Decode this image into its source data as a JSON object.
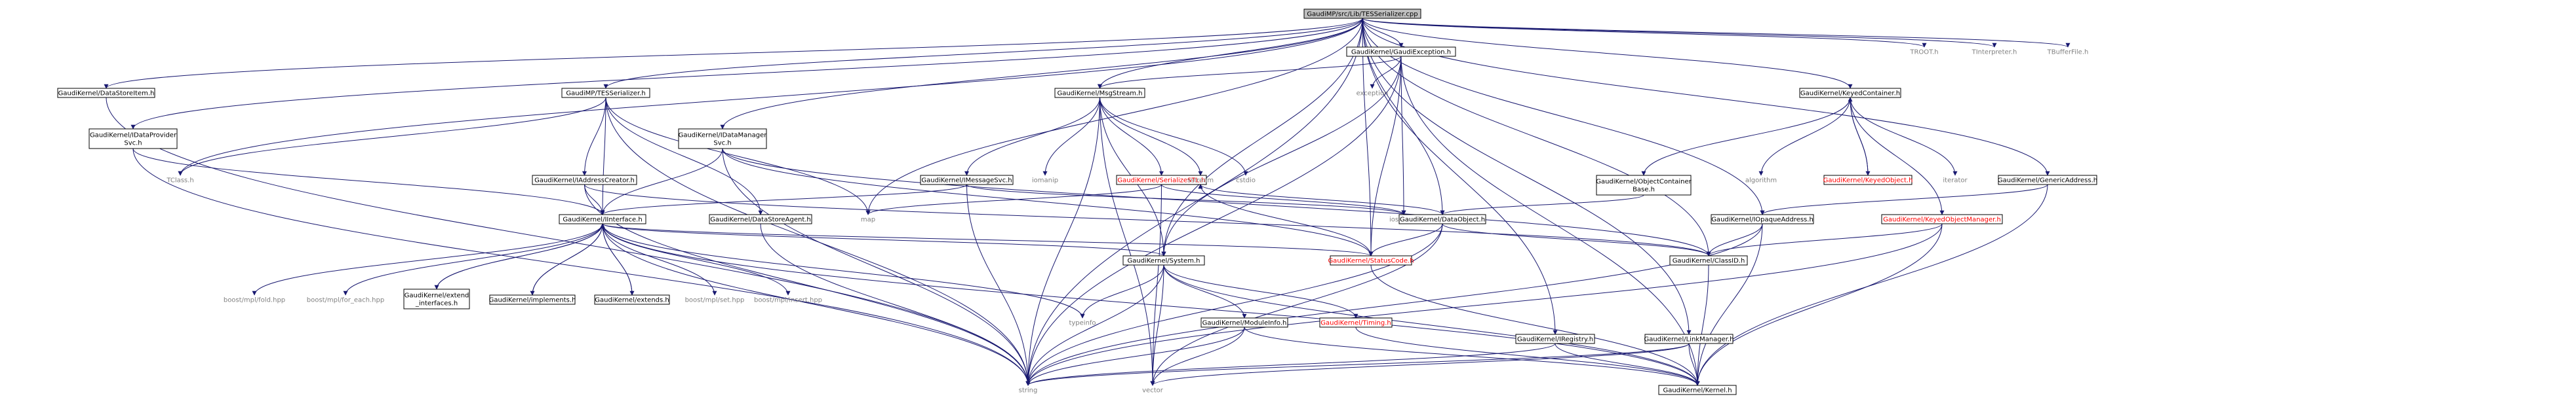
{
  "colors": {
    "edge": "#191970",
    "box_border": "#000000",
    "box_fill": "#ffffff",
    "root_fill": "#bfbfbf",
    "text": "#000000",
    "text_undocumented": "#ff0000",
    "text_external": "#808080"
  },
  "nodes": [
    {
      "id": "root",
      "label": "GaudiMP/src/Lib/TESSerializer.cpp",
      "style": "root"
    },
    {
      "id": "dsi",
      "label": "GaudiKernel/DataStoreItem.h",
      "style": "box"
    },
    {
      "id": "tess",
      "label": "GaudiMP/TESSerializer.h",
      "style": "box"
    },
    {
      "id": "idp",
      "label": [
        "GaudiKernel/IDataProvider",
        "Svc.h"
      ],
      "style": "box"
    },
    {
      "id": "tclass",
      "label": "TClass.h",
      "style": "plain"
    },
    {
      "id": "iac",
      "label": "GaudiKernel/IAddressCreator.h",
      "style": "box"
    },
    {
      "id": "idm",
      "label": [
        "GaudiKernel/IDataManager",
        "Svc.h"
      ],
      "style": "box"
    },
    {
      "id": "ge",
      "label": "GaudiKernel/GaudiException.h",
      "style": "box"
    },
    {
      "id": "exc",
      "label": "exception",
      "style": "plain"
    },
    {
      "id": "ms",
      "label": "GaudiKernel/MsgStream.h",
      "style": "box"
    },
    {
      "id": "ims",
      "label": "GaudiKernel/IMessageSvc.h",
      "style": "box"
    },
    {
      "id": "iomanip",
      "label": "iomanip",
      "style": "plain"
    },
    {
      "id": "sstl",
      "label": "GaudiKernel/SerializeSTL.h",
      "style": "red"
    },
    {
      "id": "sstream",
      "label": "sstream",
      "style": "plain"
    },
    {
      "id": "cstdio",
      "label": "cstdio",
      "style": "plain"
    },
    {
      "id": "map",
      "label": "map",
      "style": "plain"
    },
    {
      "id": "iostream",
      "label": "iostream",
      "style": "plain"
    },
    {
      "id": "iface",
      "label": "GaudiKernel/IInterface.h",
      "style": "box"
    },
    {
      "id": "dsa",
      "label": "GaudiKernel/DataStoreAgent.h",
      "style": "box"
    },
    {
      "id": "dobj",
      "label": "GaudiKernel/DataObject.h",
      "style": "box"
    },
    {
      "id": "kc",
      "label": "GaudiKernel/KeyedContainer.h",
      "style": "box"
    },
    {
      "id": "ocb",
      "label": [
        "GaudiKernel/ObjectContainer",
        "Base.h"
      ],
      "style": "box"
    },
    {
      "id": "alg",
      "label": "algorithm",
      "style": "plain"
    },
    {
      "id": "kobj",
      "label": "GaudiKernel/KeyedObject.h",
      "style": "red"
    },
    {
      "id": "iter",
      "label": "iterator",
      "style": "plain"
    },
    {
      "id": "iopa",
      "label": "GaudiKernel/IOpaqueAddress.h",
      "style": "box"
    },
    {
      "id": "kom",
      "label": "GaudiKernel/KeyedObjectManager.h",
      "style": "red"
    },
    {
      "id": "gaddr",
      "label": "GaudiKernel/GenericAddress.h",
      "style": "box"
    },
    {
      "id": "troot",
      "label": "TROOT.h",
      "style": "plain"
    },
    {
      "id": "tinterp",
      "label": "TInterpreter.h",
      "style": "plain"
    },
    {
      "id": "tbuf",
      "label": "TBufferFile.h",
      "style": "plain"
    },
    {
      "id": "clsid",
      "label": "GaudiKernel/ClassID.h",
      "style": "box"
    },
    {
      "id": "sc",
      "label": "GaudiKernel/StatusCode.h",
      "style": "red"
    },
    {
      "id": "sys",
      "label": "GaudiKernel/System.h",
      "style": "box"
    },
    {
      "id": "mfold",
      "label": "boost/mpl/fold.hpp",
      "style": "plain"
    },
    {
      "id": "mfe",
      "label": "boost/mpl/for_each.hpp",
      "style": "plain"
    },
    {
      "id": "extif",
      "label": [
        "GaudiKernel/extend",
        "_interfaces.h"
      ],
      "style": "box"
    },
    {
      "id": "impl",
      "label": "GaudiKernel/implements.h",
      "style": "box"
    },
    {
      "id": "extends",
      "label": "GaudiKernel/extends.h",
      "style": "box"
    },
    {
      "id": "mset",
      "label": "boost/mpl/set.hpp",
      "style": "plain"
    },
    {
      "id": "mins",
      "label": "boost/mpl/insert.hpp",
      "style": "plain"
    },
    {
      "id": "typeinfo",
      "label": "typeinfo",
      "style": "plain"
    },
    {
      "id": "modinfo",
      "label": "GaudiKernel/ModuleInfo.h",
      "style": "box"
    },
    {
      "id": "timing",
      "label": "GaudiKernel/Timing.h",
      "style": "red"
    },
    {
      "id": "ireg",
      "label": "GaudiKernel/IRegistry.h",
      "style": "box"
    },
    {
      "id": "lm",
      "label": "GaudiKernel/LinkManager.h",
      "style": "box"
    },
    {
      "id": "string",
      "label": "string",
      "style": "plain"
    },
    {
      "id": "vector",
      "label": "vector",
      "style": "plain"
    },
    {
      "id": "kernel",
      "label": "GaudiKernel/Kernel.h",
      "style": "box"
    }
  ],
  "edges": [
    [
      "root",
      "dsi"
    ],
    [
      "root",
      "tess"
    ],
    [
      "root",
      "idp"
    ],
    [
      "root",
      "tclass"
    ],
    [
      "root",
      "idm"
    ],
    [
      "root",
      "ge"
    ],
    [
      "root",
      "ms"
    ],
    [
      "root",
      "map"
    ],
    [
      "root",
      "sys"
    ],
    [
      "root",
      "dobj"
    ],
    [
      "root",
      "clsid"
    ],
    [
      "root",
      "kc"
    ],
    [
      "root",
      "iopa"
    ],
    [
      "root",
      "gaddr"
    ],
    [
      "root",
      "troot"
    ],
    [
      "root",
      "tinterp"
    ],
    [
      "root",
      "tbuf"
    ],
    [
      "root",
      "sc"
    ],
    [
      "root",
      "ireg"
    ],
    [
      "root",
      "lm"
    ],
    [
      "root",
      "string"
    ],
    [
      "dsi",
      "string"
    ],
    [
      "tess",
      "tclass"
    ],
    [
      "tess",
      "iac"
    ],
    [
      "tess",
      "iface"
    ],
    [
      "tess",
      "dsa"
    ],
    [
      "tess",
      "map"
    ],
    [
      "tess",
      "string"
    ],
    [
      "idp",
      "iface"
    ],
    [
      "idp",
      "string"
    ],
    [
      "iac",
      "iface"
    ],
    [
      "iac",
      "string"
    ],
    [
      "iac",
      "clsid"
    ],
    [
      "idm",
      "iface"
    ],
    [
      "idm",
      "string"
    ],
    [
      "idm",
      "clsid"
    ],
    [
      "idm",
      "sc"
    ],
    [
      "ge",
      "ms"
    ],
    [
      "ge",
      "exc"
    ],
    [
      "ge",
      "iostream"
    ],
    [
      "ge",
      "sc"
    ],
    [
      "ge",
      "string"
    ],
    [
      "ge",
      "sys"
    ],
    [
      "ge",
      "kernel"
    ],
    [
      "ms",
      "ims"
    ],
    [
      "ms",
      "iomanip"
    ],
    [
      "ms",
      "sstl"
    ],
    [
      "ms",
      "sstream"
    ],
    [
      "ms",
      "cstdio"
    ],
    [
      "ms",
      "string"
    ],
    [
      "ms",
      "vector"
    ],
    [
      "ms",
      "sys"
    ],
    [
      "ims",
      "iface"
    ],
    [
      "ims",
      "iostream"
    ],
    [
      "ims",
      "string"
    ],
    [
      "sstl",
      "map"
    ],
    [
      "sstl",
      "vector"
    ],
    [
      "sstl",
      "iostream"
    ],
    [
      "sstl",
      "sstream"
    ],
    [
      "iface",
      "mfold"
    ],
    [
      "iface",
      "mfe"
    ],
    [
      "iface",
      "extif"
    ],
    [
      "iface",
      "impl"
    ],
    [
      "iface",
      "extends"
    ],
    [
      "iface",
      "mset"
    ],
    [
      "iface",
      "mins"
    ],
    [
      "iface",
      "typeinfo"
    ],
    [
      "iface",
      "sys"
    ],
    [
      "iface",
      "sc"
    ],
    [
      "iface",
      "kernel"
    ],
    [
      "iface",
      "string"
    ],
    [
      "extif",
      "iface"
    ],
    [
      "impl",
      "iface"
    ],
    [
      "extends",
      "iface"
    ],
    [
      "dsa",
      "string"
    ],
    [
      "dobj",
      "clsid"
    ],
    [
      "dobj",
      "sc"
    ],
    [
      "dobj",
      "sstream"
    ],
    [
      "dobj",
      "string"
    ],
    [
      "dobj",
      "vector"
    ],
    [
      "kc",
      "ocb"
    ],
    [
      "kc",
      "alg"
    ],
    [
      "kc",
      "kobj"
    ],
    [
      "kc",
      "iter"
    ],
    [
      "kc",
      "kom"
    ],
    [
      "kobj",
      "kc"
    ],
    [
      "ocb",
      "dobj"
    ],
    [
      "kom",
      "clsid"
    ],
    [
      "kom",
      "string"
    ],
    [
      "kom",
      "kernel"
    ],
    [
      "gaddr",
      "iopa"
    ],
    [
      "gaddr",
      "kernel"
    ],
    [
      "iopa",
      "clsid"
    ],
    [
      "iopa",
      "string"
    ],
    [
      "iopa",
      "kernel"
    ],
    [
      "clsid",
      "kernel"
    ],
    [
      "sc",
      "sstream"
    ],
    [
      "sc",
      "kernel"
    ],
    [
      "sys",
      "typeinfo"
    ],
    [
      "sys",
      "modinfo"
    ],
    [
      "sys",
      "timing"
    ],
    [
      "sys",
      "string"
    ],
    [
      "sys",
      "vector"
    ],
    [
      "sys",
      "kernel"
    ],
    [
      "modinfo",
      "string"
    ],
    [
      "modinfo",
      "vector"
    ],
    [
      "modinfo",
      "kernel"
    ],
    [
      "timing",
      "kernel"
    ],
    [
      "ireg",
      "kernel"
    ],
    [
      "ireg",
      "string"
    ],
    [
      "lm",
      "kernel"
    ],
    [
      "lm",
      "vector"
    ],
    [
      "lm",
      "string"
    ]
  ]
}
